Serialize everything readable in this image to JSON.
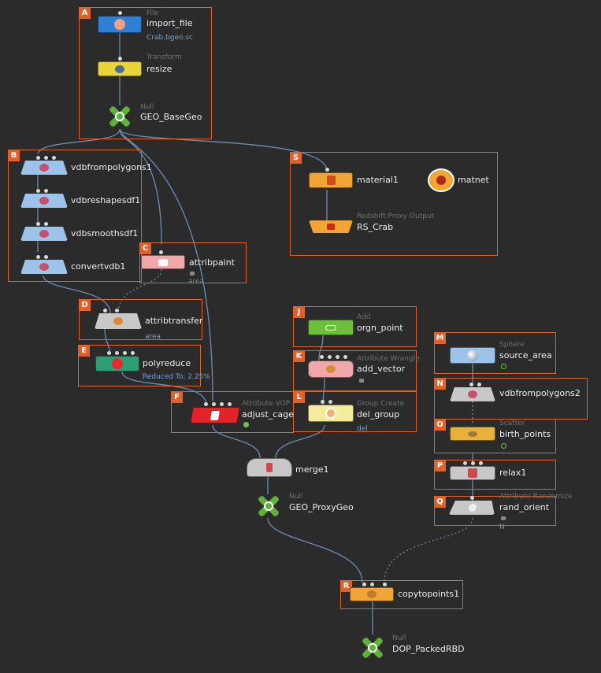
{
  "boxes": [
    {
      "id": "A",
      "label": "A"
    },
    {
      "id": "B",
      "label": "B"
    },
    {
      "id": "C",
      "label": "C"
    },
    {
      "id": "D",
      "label": "D"
    },
    {
      "id": "E",
      "label": "E"
    },
    {
      "id": "F",
      "label": "F"
    },
    {
      "id": "J",
      "label": "J"
    },
    {
      "id": "K",
      "label": "K"
    },
    {
      "id": "L",
      "label": "L"
    },
    {
      "id": "M",
      "label": "M"
    },
    {
      "id": "N",
      "label": "N"
    },
    {
      "id": "O",
      "label": "O"
    },
    {
      "id": "P",
      "label": "P"
    },
    {
      "id": "Q",
      "label": "Q"
    },
    {
      "id": "R",
      "label": "R"
    },
    {
      "id": "S",
      "label": "S"
    }
  ],
  "nodes": {
    "import_file": {
      "type": "File",
      "name": "import_file",
      "sub": "Crab.bgeo.sc"
    },
    "resize": {
      "type": "Transform",
      "name": "resize"
    },
    "geo_basegeo": {
      "type": "Null",
      "name": "GEO_BaseGeo"
    },
    "vdbfrompolygons1": {
      "name": "vdbfrompolygons1"
    },
    "vdbreshapesdf1": {
      "name": "vdbreshapesdf1"
    },
    "vdbsmoothsdf1": {
      "name": "vdbsmoothsdf1"
    },
    "convertvdb1": {
      "name": "convertvdb1"
    },
    "attribpaint": {
      "name": "attribpaint",
      "sub": "area"
    },
    "attribtransfer": {
      "name": "attribtransfer",
      "sub": "area"
    },
    "polyreduce": {
      "name": "polyreduce",
      "sub": "Reduced To: 2.25%"
    },
    "adjust_cage": {
      "type": "Attribute VOP",
      "name": "adjust_cage"
    },
    "orgn_point": {
      "type": "Add",
      "name": "orgn_point"
    },
    "add_vector": {
      "type": "Attribute Wrangle",
      "name": "add_vector"
    },
    "del_group": {
      "type": "Group Create",
      "name": "del_group",
      "sub": "del"
    },
    "merge1": {
      "name": "merge1"
    },
    "geo_proxygeo": {
      "type": "Null",
      "name": "GEO_ProxyGeo"
    },
    "source_area": {
      "type": "Sphere",
      "name": "source_area"
    },
    "vdbfrompolygons2": {
      "name": "vdbfrompolygons2"
    },
    "birth_points": {
      "type": "Scatter",
      "name": "birth_points"
    },
    "relax1": {
      "name": "relax1"
    },
    "rand_orient": {
      "type": "Attribute Randomize",
      "name": "rand_orient",
      "sub": "N"
    },
    "copytopoints1": {
      "name": "copytopoints1"
    },
    "dop_packedrbd": {
      "type": "Null",
      "name": "DOP_PackedRBD"
    },
    "material1": {
      "name": "material1"
    },
    "matnet": {
      "name": "matnet"
    },
    "rs_crab": {
      "type": "Redshift Proxy Output",
      "name": "RS_Crab"
    }
  },
  "colors": {
    "background": "#2b2b2b",
    "network_box_border": "#e0612a",
    "file_node": "#2f7fd4",
    "transform_node": "#e9d43a",
    "null_node": "#5fb13c",
    "vdb_node": "#9ec3ea",
    "paint_node": "#f0a8ab",
    "gray_node": "#c8c8c8",
    "polyreduce_node": "#2f9d75",
    "vop_node": "#e0242a",
    "add_node": "#6bbf3a",
    "wrangle_node": "#f0a8ab",
    "group_node": "#f2ec9c",
    "sphere_node": "#9ec3ea",
    "scatter_node": "#e8b23a",
    "copy_node": "#f0a534",
    "material_node": "#f0a534",
    "wire": "#6a8db4",
    "name_text": "#ececec",
    "sub_text": "#6fa0d6",
    "type_text": "#707070"
  },
  "icons": [
    "file-icon",
    "transform-icon",
    "null-icon",
    "vdb-icon",
    "paint-icon",
    "transfer-icon",
    "polyreduce-icon",
    "vop-icon",
    "add-icon",
    "wrangle-icon",
    "group-icon",
    "merge-icon",
    "sphere-icon",
    "scatter-icon",
    "relax-icon",
    "randomize-icon",
    "copy-icon",
    "material-icon",
    "matnet-icon",
    "redshift-proxy-icon",
    "lock-icon",
    "display-flag-icon"
  ]
}
